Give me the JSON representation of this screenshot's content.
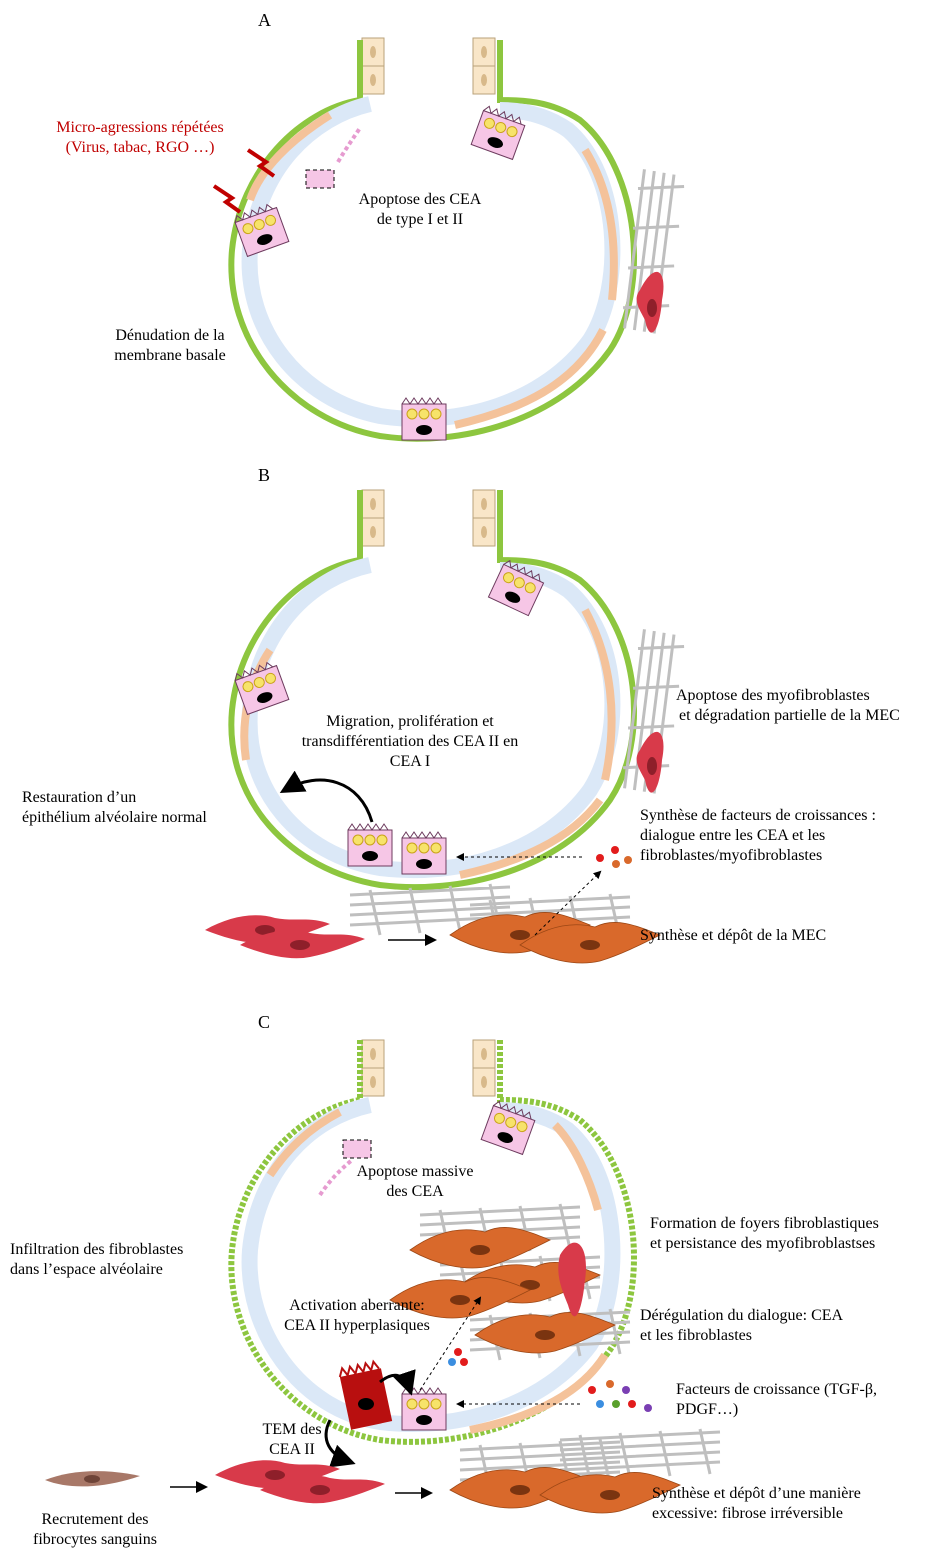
{
  "panels": [
    {
      "letter": "A",
      "labels": {
        "microagressions_1": "Micro-agressions répétées",
        "microagressions_2": "(Virus, tabac, RGO …)",
        "apoptose_1": "Apoptose des CEA",
        "apoptose_2": "de type I et II",
        "denudation_1": "Dénudation de la",
        "denudation_2": "membrane basale"
      }
    },
    {
      "letter": "B",
      "labels": {
        "myofib_1": "Apoptose des myofibroblastes",
        "myofib_2": "et dégradation partielle de la MEC",
        "migration_1": "Migration, prolifération et",
        "migration_2": "transdifférentiation des CEA II en",
        "migration_3": "CEA I",
        "restauration_1": "Restauration d’un",
        "restauration_2": "épithélium alvéolaire normal",
        "synthese_fc_1": "Synthèse de facteurs de croissances :",
        "synthese_fc_2": "dialogue entre les CEA et les",
        "synthese_fc_3": "fibroblastes/myofibroblastes",
        "synthese_mec": "Synthèse et dépôt de la MEC"
      }
    },
    {
      "letter": "C",
      "labels": {
        "apoptose_massive_1": "Apoptose massive",
        "apoptose_massive_2": "des CEA",
        "infiltration_1": "Infiltration des fibroblastes",
        "infiltration_2": "dans l’espace alvéolaire",
        "foyers_1": "Formation de foyers fibroblastiques",
        "foyers_2": "et persistance des myofibroblastses",
        "activation_1": "Activation aberrante:",
        "activation_2": "CEA II hyperplasiques",
        "deregulation_1": "Dérégulation du dialogue: CEA",
        "deregulation_2": "et les fibroblastes",
        "facteurs_1": "Facteurs de croissance (TGF-β,",
        "facteurs_2": "PDGF…)",
        "tem_1": "TEM des",
        "tem_2": "CEA II",
        "synthese_1": "Synthèse et dépôt d’une manière",
        "synthese_2": "excessive: fibrose irréversible",
        "recrutement_1": "Recrutement des",
        "recrutement_2": "fibrocytes sanguins"
      }
    }
  ],
  "colors": {
    "basement": "#8dc63f",
    "interstitium": "#dbe8f7",
    "cea1": "#f4c29a",
    "cea2": "#f6c6e6",
    "granule": "#f7e36a",
    "fibroblast": "#d83a4a",
    "activated_fibroblast": "#d9692b",
    "hyperplastic_cell": "#b80f0f",
    "bronchiole": "#f9e6c8",
    "microagression": "#c00000"
  }
}
